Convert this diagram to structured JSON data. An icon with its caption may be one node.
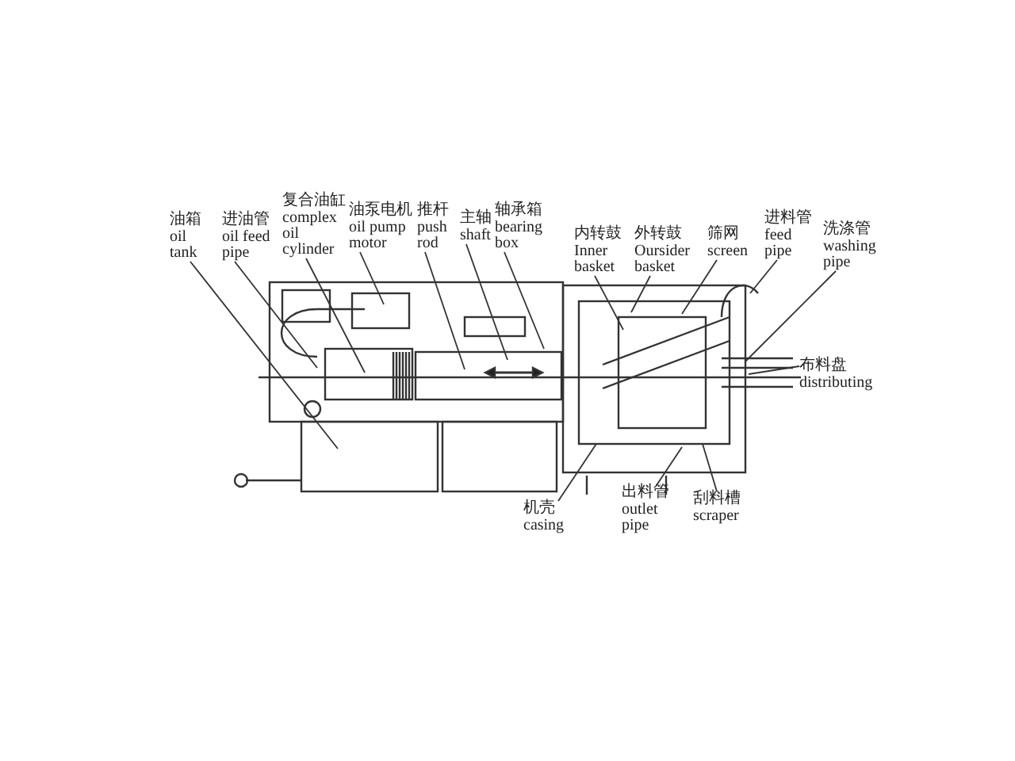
{
  "diagram": {
    "nodes": [
      {
        "text": [
          "油箱",
          "oil tank"
        ]
      },
      {
        "text": [
          "进油管",
          "oil feed pipe"
        ]
      },
      {
        "text": [
          "复合油缸",
          "complex oil cylinder"
        ]
      },
      {
        "text": [
          "油泵电机",
          "oil pump motor"
        ]
      },
      {
        "text": [
          "推杆",
          "push rod"
        ]
      },
      {
        "text": [
          "主轴",
          "shaft"
        ]
      },
      {
        "text": [
          "轴承箱",
          "bearing box"
        ]
      },
      {
        "text": [
          "内转鼓",
          "Inner basket"
        ]
      },
      {
        "text": [
          "外转鼓",
          "Oursider basket"
        ]
      },
      {
        "text": [
          "筛网",
          "screen"
        ]
      },
      {
        "text": [
          "进料管",
          "feed pipe"
        ]
      },
      {
        "text": [
          "洗涤管",
          "washing pipe"
        ]
      },
      {
        "text": [
          "布料盘",
          "distributing"
        ]
      },
      {
        "text": [
          "机壳",
          "casing"
        ]
      },
      {
        "text": [
          "出料管",
          "outlet pipe"
        ]
      },
      {
        "text": [
          "刮料槽",
          "scraper"
        ]
      }
    ],
    "edges": [
      {
        "from": 0,
        "to": null,
        "arrow": "none"
      },
      {
        "from": 1,
        "to": null,
        "arrow": "none"
      },
      {
        "from": 2,
        "to": null,
        "arrow": "none"
      },
      {
        "from": 3,
        "to": null,
        "arrow": "none"
      },
      {
        "from": 4,
        "to": null,
        "arrow": "none"
      },
      {
        "from": 5,
        "to": null,
        "arrow": "none"
      },
      {
        "from": 6,
        "to": null,
        "arrow": "none"
      },
      {
        "from": 7,
        "to": null,
        "arrow": "none"
      },
      {
        "from": 8,
        "to": null,
        "arrow": "none"
      },
      {
        "from": 9,
        "to": null,
        "arrow": "none"
      },
      {
        "from": 10,
        "to": null,
        "arrow": "none"
      },
      {
        "from": 11,
        "to": null,
        "arrow": "none"
      },
      {
        "from": 12,
        "to": null,
        "arrow": "none"
      },
      {
        "from": 13,
        "to": null,
        "arrow": "none"
      },
      {
        "from": 14,
        "to": null,
        "arrow": "none"
      },
      {
        "from": 15,
        "to": null,
        "arrow": "none"
      }
    ]
  }
}
